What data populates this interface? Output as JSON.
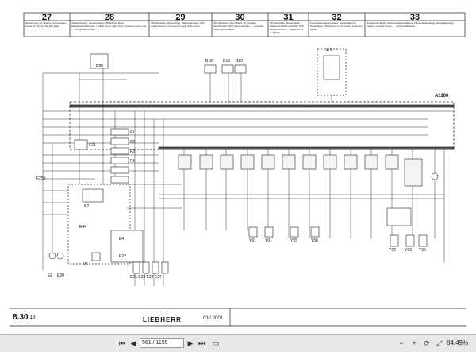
{
  "header": {
    "columns": [
      {
        "num": "27",
        "text": "Sicherungen für Tastatur, Anzeigeteile / Fuses for control unit, disp.lights"
      },
      {
        "num": "28",
        "text": "Kabelschlüssel, Sonderschalter, Bildschirm, Maus, Aklapptastschaltungen / switch boxes, light / buzz, operator sound, rest, ..., fan, special circuits"
      },
      {
        "num": "29",
        "text": "SPS-Endstufe, Sicherrichter, Platinenanreihe / SPS output function, for control, supply, dash board"
      },
      {
        "num": "30",
        "text": "SPS-Endstufe, Durchflüsse, Druckregler, Speichertakt / SPS output function, ..., pressure switch, accumulator"
      },
      {
        "num": "31",
        "text": "SPS-Endstufe, Steuerventile, Stellventil K220 und K920 / SPS output function, ..., valves K220 and K920"
      },
      {
        "num": "32",
        "text": "Fernbedienungsanschluss, Sensorkabel für Neuanlagen / Monitoring unit for future, extension cables"
      },
      {
        "num": "33",
        "text": "Neutrale-Endstufe, Sicherheitsabschaltkreis, Fahrwerkskopplung, Zentrallagerung / function, special circuits, ..., central lubrication"
      }
    ]
  },
  "drawing": {
    "bus_label": "A1100",
    "labels": {
      "b80": "B80",
      "b18": "B18",
      "b19": "B19",
      "b20": "B20",
      "s75": "S75",
      "f21": "F21",
      "f250": "F250",
      "e44": "E44",
      "e4": "E4",
      "e22": "E22",
      "e8": "E8",
      "e20": "E20",
      "e21_24": "E21 E22 E23 E24",
      "y91": "Y91",
      "y01": "Y01",
      "y55": "Y55",
      "y56": "Y56",
      "y62": "Y62",
      "y63": "Y63",
      "y65": "Y65",
      "k2": "K2",
      "m5": "M5",
      "f1": "F1",
      "f2": "F2",
      "f3": "F3",
      "f4": "F4"
    }
  },
  "footer": {
    "page_number": "8.30",
    "page_suffix": "-18",
    "brand": "LIEBHERR",
    "date": "03 / 2001"
  },
  "viewer": {
    "current_page": "561 / 1195",
    "zoom": "84.49%",
    "icons": [
      "first-page-icon",
      "prev-page-icon",
      "next-page-icon",
      "last-page-icon",
      "fit-page-icon",
      "zoom-out-icon",
      "zoom-in-icon",
      "rotate-icon",
      "fullscreen-icon"
    ]
  }
}
